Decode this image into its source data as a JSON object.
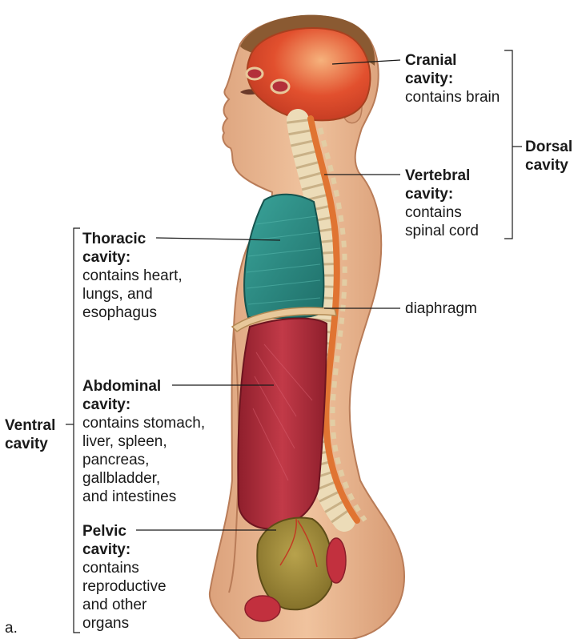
{
  "figure": {
    "panel_label": "a.",
    "colors": {
      "skin": "#e8b48f",
      "cranial": "#e2502e",
      "thoracic": "#2f8f86",
      "abdominal": "#b92f3c",
      "pelvic": "#a08a3a",
      "spinal_cord": "#e07432",
      "vertebrae": "#ecdcb8"
    }
  },
  "groups": {
    "dorsal": {
      "line1": "Dorsal",
      "line2": "cavity"
    },
    "ventral": {
      "line1": "Ventral",
      "line2": "cavity"
    }
  },
  "labels": {
    "cranial": {
      "title1": "Cranial",
      "title2": "cavity:",
      "desc1": "contains brain"
    },
    "vertebral": {
      "title1": "Vertebral",
      "title2": "cavity:",
      "desc1": "contains",
      "desc2": "spinal cord"
    },
    "diaphragm": {
      "text": "diaphragm"
    },
    "thoracic": {
      "title1": "Thoracic",
      "title2": "cavity:",
      "desc1": "contains heart,",
      "desc2": "lungs, and",
      "desc3": "esophagus"
    },
    "abdominal": {
      "title1": "Abdominal",
      "title2": "cavity:",
      "desc1": "contains stomach,",
      "desc2": "liver, spleen,",
      "desc3": "pancreas,",
      "desc4": "gallbladder,",
      "desc5": "and intestines"
    },
    "pelvic": {
      "title1": "Pelvic",
      "title2": "cavity:",
      "desc1": "contains",
      "desc2": "reproductive",
      "desc3": "and other",
      "desc4": "organs"
    }
  }
}
